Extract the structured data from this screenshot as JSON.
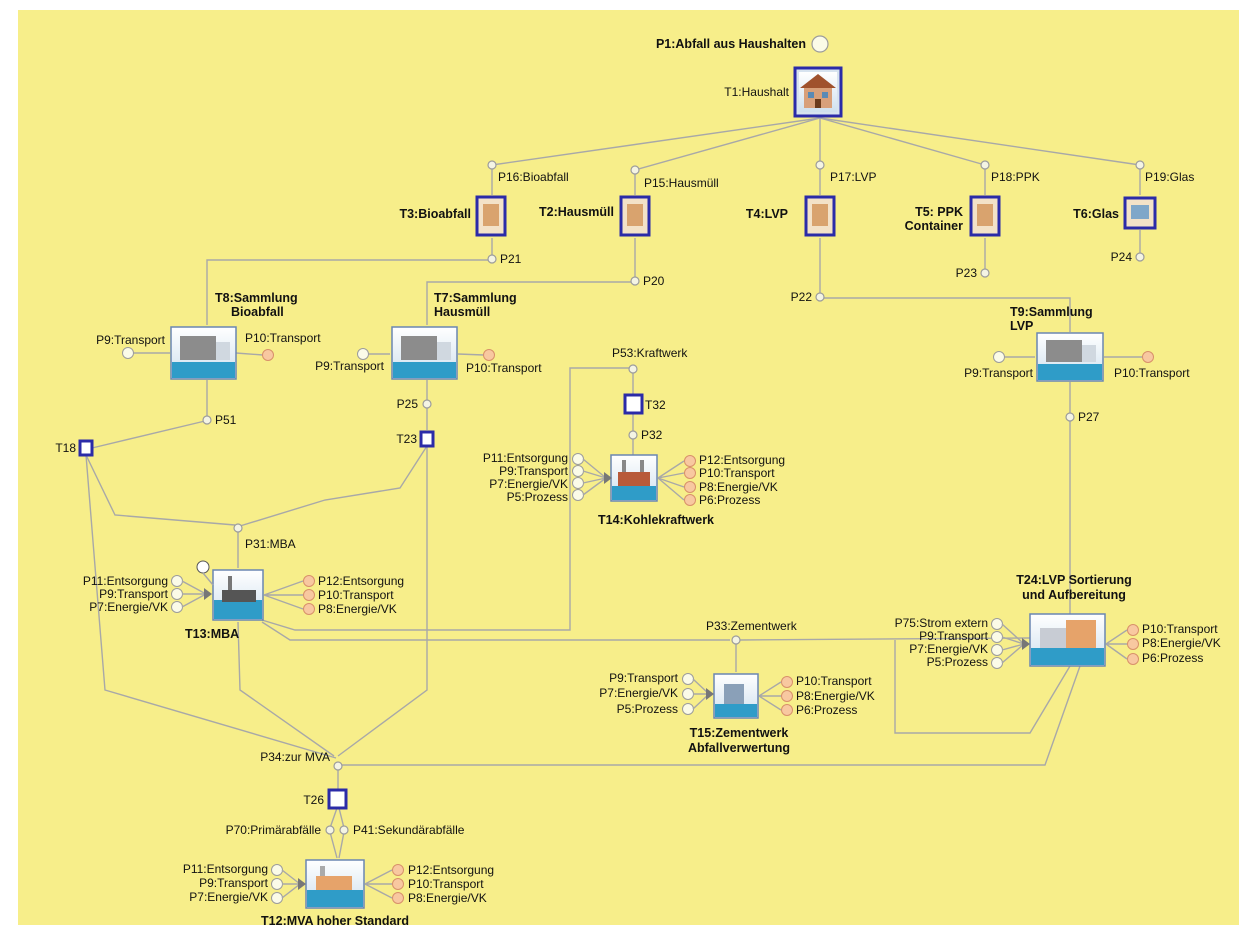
{
  "diagram": {
    "colors": {
      "background": "#f7ee8a",
      "edge": "#a8a8a8",
      "node_frame": "#2b2ba8",
      "input_port": "#fbfbe8",
      "output_port": "#f8c8a0"
    },
    "transfers": {
      "t1": "T1:Haushalt",
      "t2": "T2:Hausmüll",
      "t3": "T3:Bioabfall",
      "t4": "T4:LVP",
      "t5a": "T5: PPK",
      "t5b": "Container",
      "t6": "T6:Glas",
      "t7a": "T7:Sammlung",
      "t7b": "Hausmüll",
      "t8a": "T8:Sammlung",
      "t8b": "Bioabfall",
      "t9a": "T9:Sammlung",
      "t9b": "LVP",
      "t12": "T12:MVA  hoher Standard",
      "t13": "T13:MBA",
      "t14": "T14:Kohlekraftwerk",
      "t15a": "T15:Zementwerk",
      "t15b": "Abfallverwertung",
      "t18": "T18",
      "t23": "T23",
      "t24a": "T24:LVP Sortierung",
      "t24b": "und Aufbereitung",
      "t26": "T26",
      "t32": "T32"
    },
    "flows": {
      "p1": "P1:Abfall aus Haushalten",
      "p15": "P15:Hausmüll",
      "p16": "P16:Bioabfall",
      "p17": "P17:LVP",
      "p18": "P18:PPK",
      "p19": "P19:Glas",
      "p20": "P20",
      "p21": "P21",
      "p22": "P22",
      "p23": "P23",
      "p24": "P24",
      "p25": "P25",
      "p27": "P27",
      "p31": "P31:MBA",
      "p32": "P32",
      "p33": "P33:Zementwerk",
      "p34": "P34:zur MVA",
      "p41": "P41:Sekundärabfälle",
      "p51": "P51",
      "p53": "P53:Kraftwerk",
      "p70": "P70:Primärabfälle",
      "p75": "P75:Strom extern"
    },
    "ports": {
      "transport_in": "P9:Transport",
      "transport_out": "P10:Transport",
      "entsorgung_in": "P11:Entsorgung",
      "entsorgung_out": "P12:Entsorgung",
      "energie_in": "P7:Energie/VK",
      "energie_out": "P8:Energie/VK",
      "prozess_in": "P5:Prozess",
      "prozess_out": "P6:Prozess"
    }
  }
}
